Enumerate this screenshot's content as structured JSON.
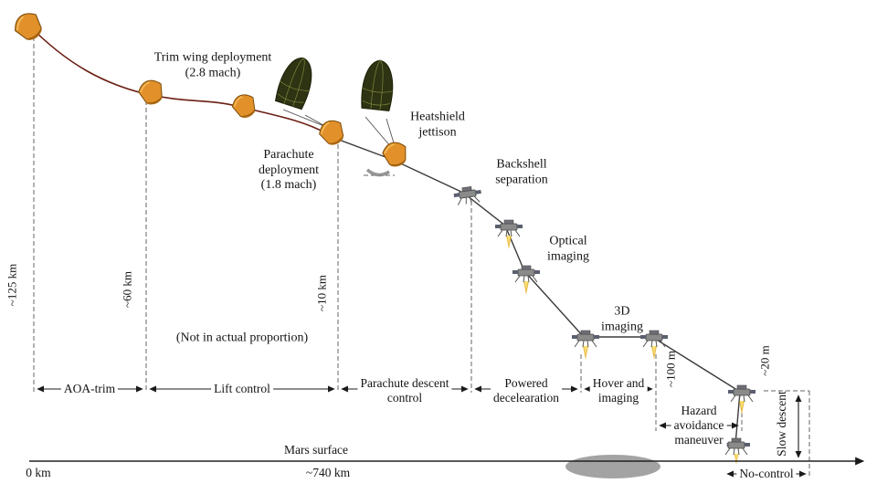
{
  "figure": {
    "note_proportion": "(Not in actual proportion)",
    "surface_label": "Mars surface",
    "origin_label": "0 km",
    "range_label": "~740 km"
  },
  "events": {
    "trim_wing": "Trim wing deployment\n(2.8 mach)",
    "parachute": "Parachute\ndeployment\n(1.8 mach)",
    "heatshield": "Heatshield\njettison",
    "backshell": "Backshell\nseparation",
    "optical": "Optical\nimaging",
    "imaging3d": "3D\nimaging"
  },
  "altitudes": [
    {
      "label": "~125 km"
    },
    {
      "label": "~60 km"
    },
    {
      "label": "~10 km"
    },
    {
      "label": "~100 m"
    },
    {
      "label": "~20 m"
    }
  ],
  "phases": [
    {
      "label": "AOA-trim"
    },
    {
      "label": "Lift control"
    },
    {
      "label": "Parachute descent\ncontrol"
    },
    {
      "label": "Powered\ndecelearation"
    },
    {
      "label": "Hover and\nimaging"
    },
    {
      "label": "Hazard\navoidance\nmaneuver"
    },
    {
      "label": "Slow descent"
    },
    {
      "label": "No-control"
    }
  ],
  "icons": {
    "capsule": "entry-capsule-icon",
    "parachute": "parachute-icon",
    "lander": "lander-icon",
    "flame": "thruster-flame-icon",
    "landing_zone": "landing-zone-shadow"
  },
  "colors": {
    "capsule": "#E2912A",
    "parachute": "#2E3313",
    "flame": "#F2C53D",
    "trajectory_entry": "#6B1F14",
    "trajectory_descent": "#3A3A3A",
    "landing_zone": "#999999"
  }
}
